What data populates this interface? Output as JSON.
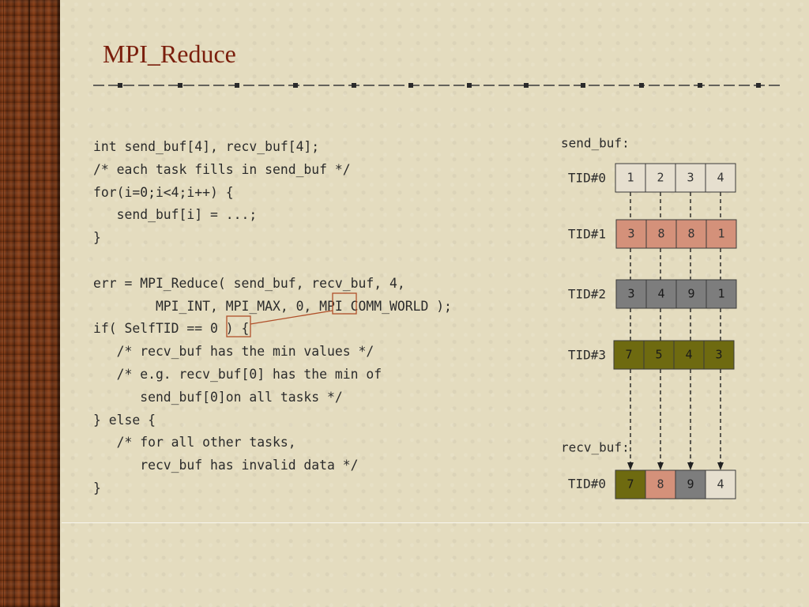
{
  "slide": {
    "title": "MPI_Reduce",
    "code_lines": [
      "int send_buf[4], recv_buf[4];",
      "/* each task fills in send_buf */",
      "for(i=0;i<4;i++) {",
      "   send_buf[i] = ...;",
      "}",
      "",
      "err = MPI_Reduce( send_buf, recv_buf, 4,",
      "        MPI_INT, MPI_MAX, 0, MPI_COMM_WORLD );",
      "if( SelfTID == 0 ) {",
      "   /* recv_buf has the min values */",
      "   /* e.g. recv_buf[0] has the min of",
      "      send_buf[0]on all tasks */",
      "} else {",
      "   /* for all other tasks,",
      "      recv_buf has invalid data */",
      "}"
    ]
  },
  "diagram": {
    "send_label": "send_buf:",
    "recv_label": "recv_buf:",
    "send_rows": [
      {
        "tid": "TID#0",
        "values": [
          "1",
          "2",
          "3",
          "4"
        ],
        "color": "#e6dfcf",
        "text_color": "#333333"
      },
      {
        "tid": "TID#1",
        "values": [
          "3",
          "8",
          "8",
          "1"
        ],
        "color": "#d4917a",
        "text_color": "#333333"
      },
      {
        "tid": "TID#2",
        "values": [
          "3",
          "4",
          "9",
          "1"
        ],
        "color": "#7d7d7d",
        "text_color": "#1a1a1a"
      },
      {
        "tid": "TID#3",
        "values": [
          "7",
          "5",
          "4",
          "3"
        ],
        "color": "#6e6a10",
        "text_color": "#1a1a1a"
      }
    ],
    "recv_row": {
      "tid": "TID#0",
      "values": [
        "7",
        "8",
        "9",
        "4"
      ],
      "colors": [
        "#6e6a10",
        "#d4917a",
        "#7d7d7d",
        "#e6dfcf"
      ],
      "text_colors": [
        "#1a1a1a",
        "#333333",
        "#1a1a1a",
        "#333333"
      ]
    }
  },
  "colors": {
    "title": "#7a1e0c",
    "highlight_box": "#b0502a",
    "background": "#e4dcbf"
  }
}
